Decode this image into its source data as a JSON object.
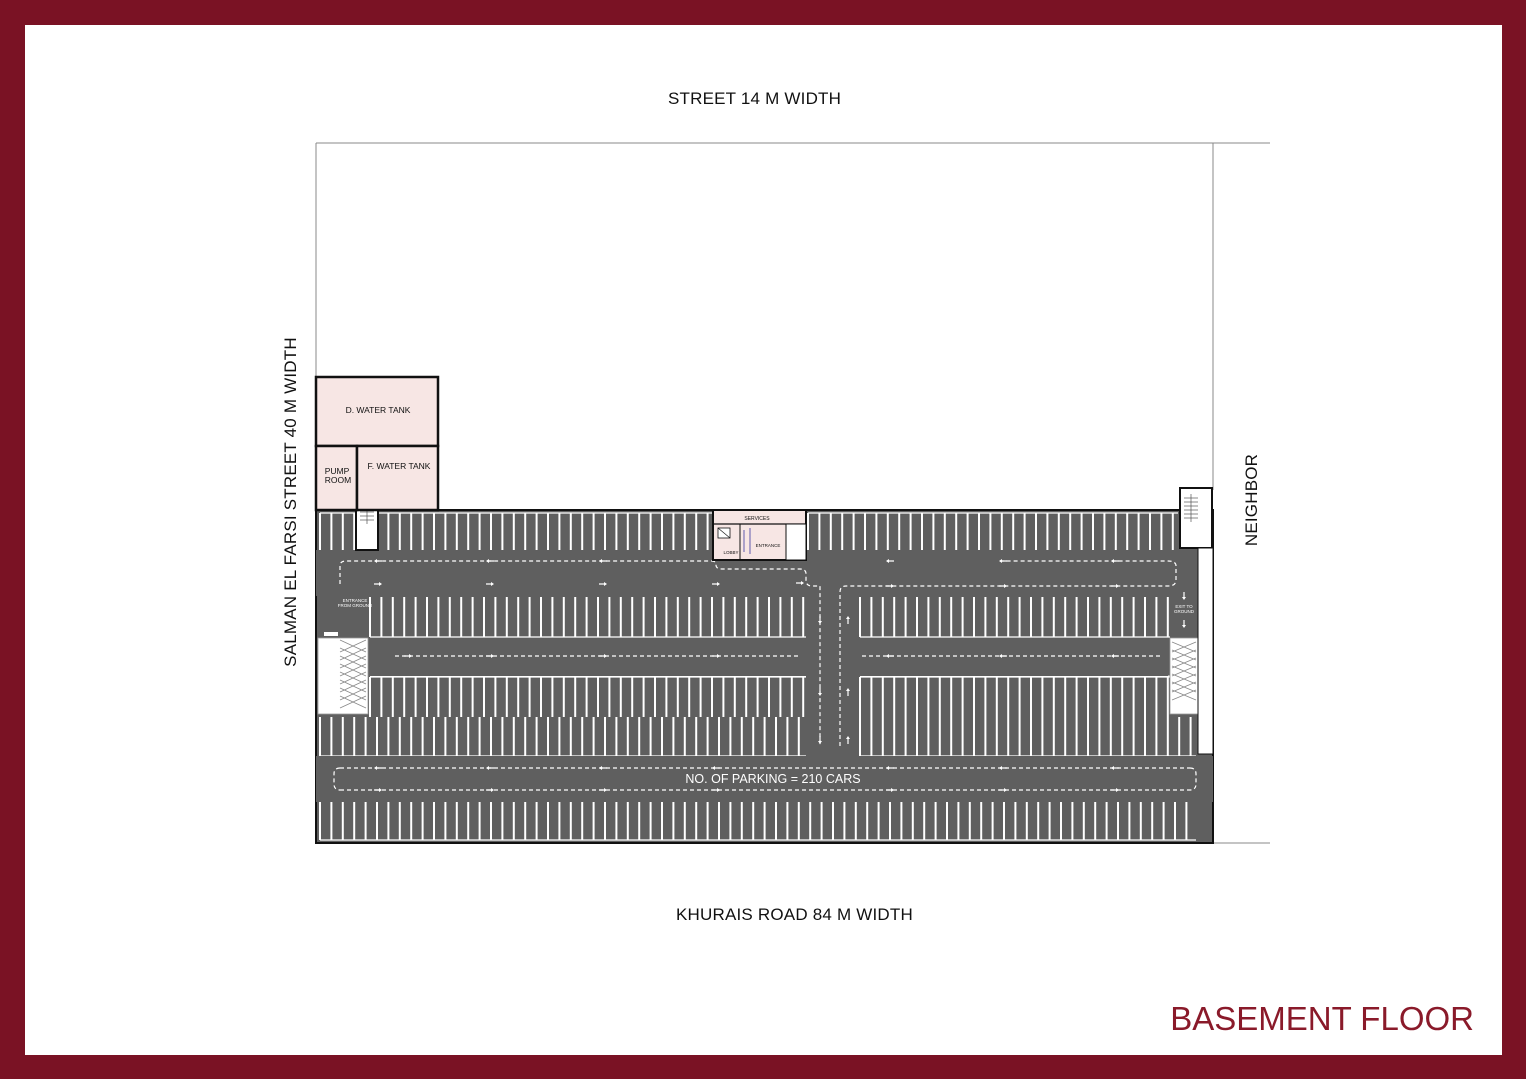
{
  "drawing": {
    "title": "BASEMENT FLOOR",
    "streets": {
      "top": "STREET  14 M WIDTH",
      "bottom": "KHURAIS ROAD  84 M WIDTH",
      "left": "SALMAN EL FARSI STREET  40 M WIDTH",
      "right": "NEIGHBOR"
    },
    "rooms": {
      "domestic_water_tank": "D. WATER TANK",
      "fire_water_tank": "F. WATER TANK",
      "pump_room_line1": "PUMP",
      "pump_room_line2": "ROOM",
      "services": "SERVICES",
      "lobby": "LOBBY",
      "entrance": "ENTRANCE"
    },
    "ramps": {
      "entrance_line1": "ENTRANCE",
      "entrance_line2": "FROM GROUND",
      "exit_line1": "EXIT TO",
      "exit_line2": "GROUND"
    },
    "parking_note": "NO. OF PARKING  = 210 CARS",
    "colors": {
      "frame": "#7a1224",
      "title": "#8a1a2a",
      "asphalt": "#5d5d5d",
      "room_fill": "#f7e6e4",
      "stall_line": "#ffffff"
    }
  }
}
